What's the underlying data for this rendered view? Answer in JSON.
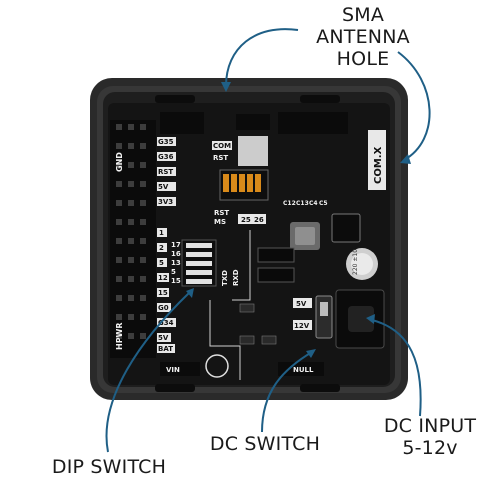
{
  "callouts": {
    "sma": [
      "SMA",
      "ANTENNA",
      "HOLE"
    ],
    "dc_input": [
      "DC INPUT",
      "5-12v"
    ],
    "dc_switch": "DC SWITCH",
    "dip_switch": "DIP SWITCH"
  },
  "board": {
    "left_labels": [
      "G35",
      "G36",
      "RST",
      "5V",
      "3V3",
      "1",
      "2",
      "5",
      "12",
      "15",
      "G0",
      "G34",
      "5V"
    ],
    "left_header_labels": [
      "GND",
      "HPWR"
    ],
    "top_labels": [
      "COM",
      "RST"
    ],
    "side_label": "COM.X",
    "bottom_labels": [
      "VIN",
      "NULL",
      "BAT"
    ],
    "dip_labels": [
      "17",
      "16",
      "13",
      "5",
      "15"
    ],
    "dip_row_labels": [
      "TXD",
      "RXD"
    ],
    "mid_labels": [
      "RST",
      "MS",
      "25",
      "26"
    ],
    "switch_labels": [
      "5V",
      "12V"
    ],
    "cap_labels": [
      "C12",
      "C13",
      "C4",
      "C5"
    ],
    "inductor_text": "220 ±10"
  },
  "colors": {
    "callout_arrow": "#1f5f86",
    "board_frame": "#262626",
    "pcb": "#151515",
    "dip_body": "#d98a1a"
  }
}
